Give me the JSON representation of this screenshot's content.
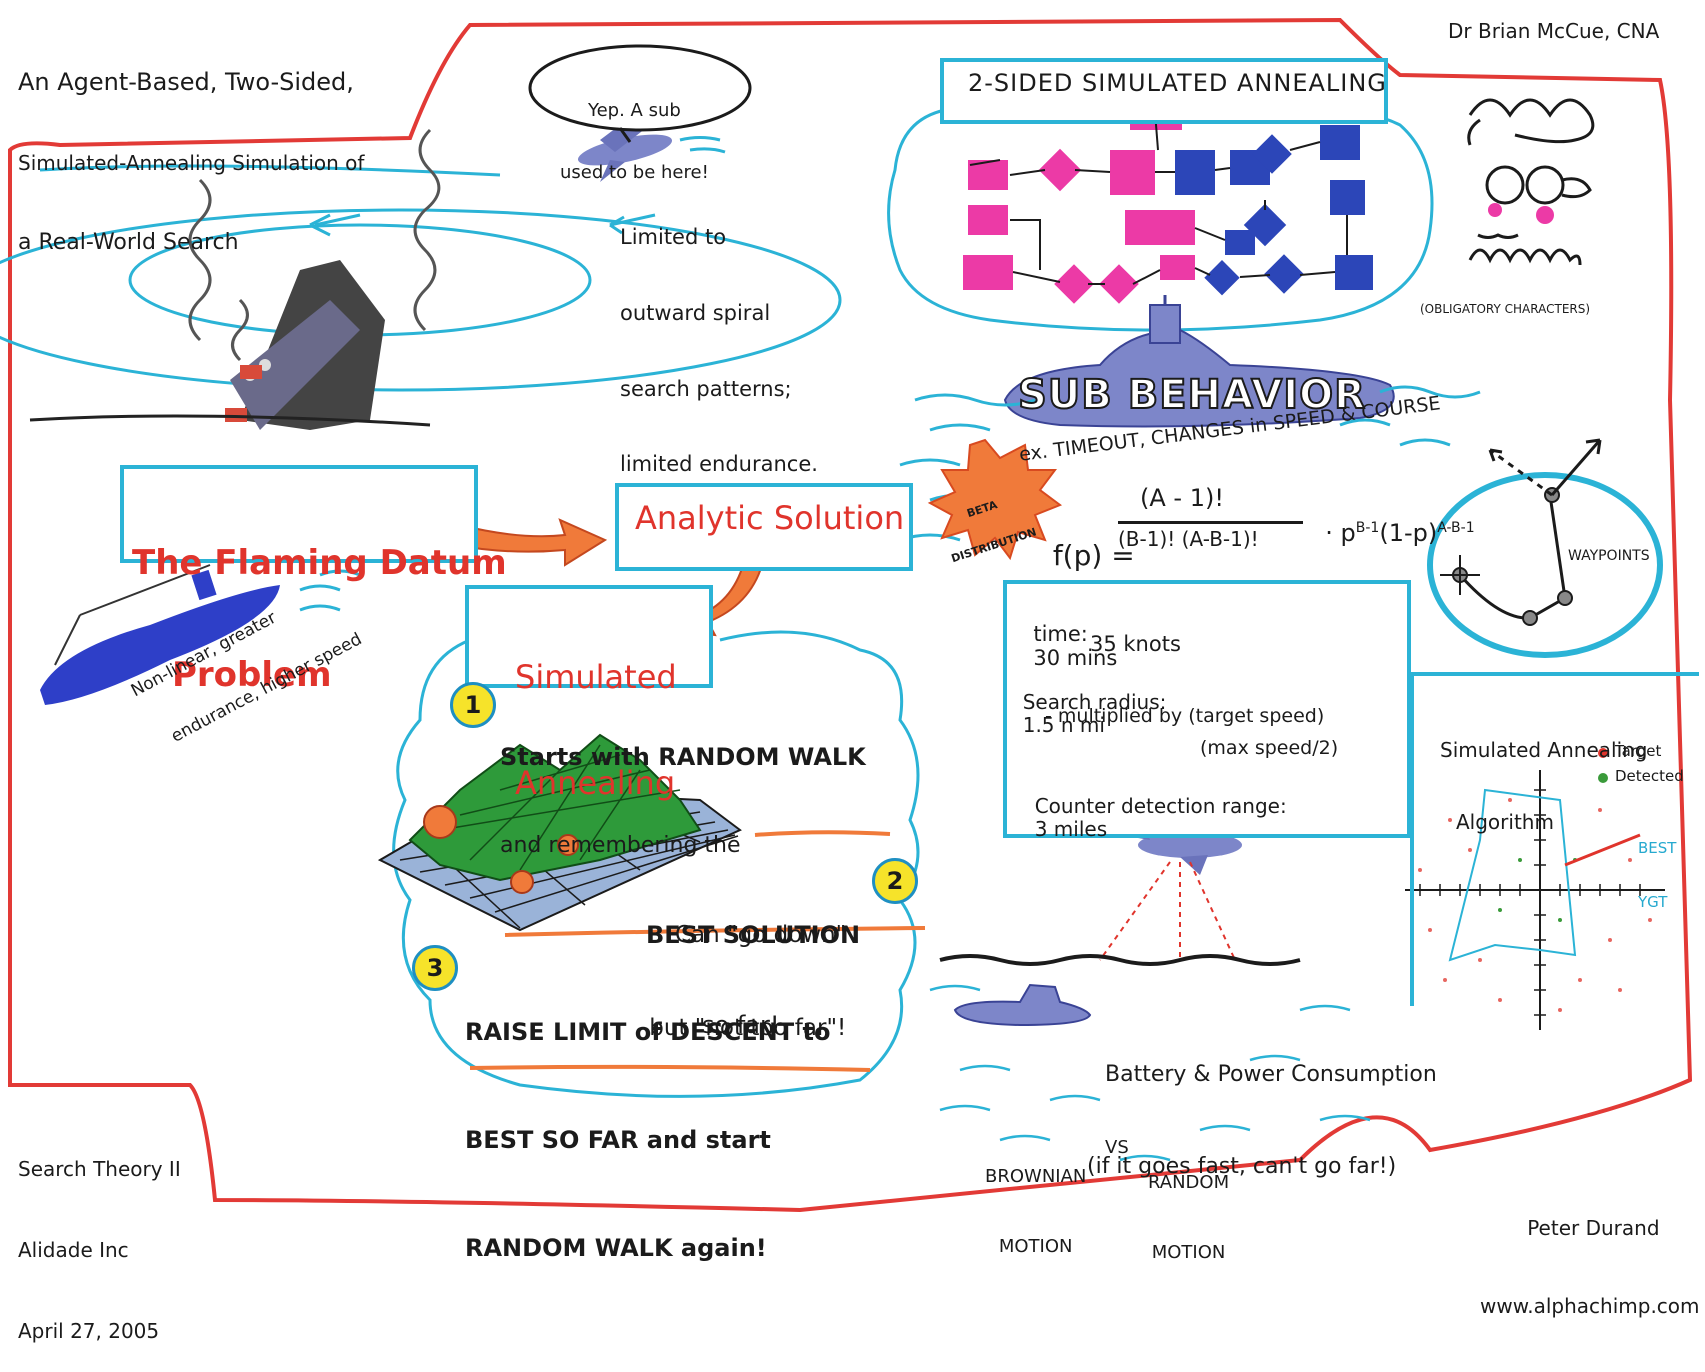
{
  "title": {
    "line1": "An Agent-Based, Two-Sided,",
    "line2": "Simulated-Annealing Simulation of",
    "line3": "a Real-World Search"
  },
  "author": "Dr Brian McCue, CNA",
  "plane_bubble": {
    "line1": "Yep. A sub",
    "line2": "used to be here!"
  },
  "plane_note": {
    "line1": "Limited to",
    "line2": "outward spiral",
    "line3": "search patterns;",
    "line4": "limited endurance."
  },
  "flaming_datum": {
    "line1": "The Flaming Datum",
    "line2": "Problem"
  },
  "sub_note": {
    "line1": "Non-linear, greater",
    "line2": "endurance, higher speed"
  },
  "analytic_solution": "Analytic Solution",
  "simulated_annealing": {
    "line1": "Simulated",
    "line2": "Annealing"
  },
  "steps": {
    "step1": {
      "num": "1",
      "line1": "Starts with RANDOM WALK",
      "line2": "and remembering the",
      "line3": "BEST SOLUTION",
      "line4": "so far!"
    },
    "step2": {
      "num": "2",
      "line1": "Can \"go down\"",
      "line2": "but \"not too far\"!"
    },
    "step3": {
      "num": "3",
      "line1": "RAISE LIMIT of DESCENT to",
      "line2": "BEST SO FAR and start",
      "line3": "RANDOM WALK again!"
    }
  },
  "two_sided": "2-SIDED SIMULATED ANNEALING",
  "obligatory": "(OBLIGATORY CHARACTERS)",
  "sub_behavior": "SUB BEHAVIOR",
  "sub_behavior_ex": "ex. TIMEOUT, CHANGES in SPEED & COURSE",
  "beta": {
    "line1": "BETA",
    "line2": "DISTRIBUTION"
  },
  "formula": {
    "lhs": "f(p) =",
    "numerator": "(A - 1)!",
    "denominator": "(B-1)! (A-B-1)!",
    "tail": "· p",
    "exp1": "B-1",
    "mid": "(1-p)",
    "exp2": "A-B-1"
  },
  "waypoints": "WAYPOINTS",
  "params": {
    "time_label": "time:",
    "time_value": "30 mins",
    "speed_value": "35 knots",
    "radius_label": "Search radius:",
    "radius_value": "1.5 n mi",
    "mult_line": "- multiplied by (target speed)",
    "mult_den": "(max speed/2)",
    "counter_label": "Counter detection range:",
    "counter_value": "3 miles"
  },
  "sa_algorithm": {
    "line1": "Simulated Annealing",
    "line2": "Algorithm",
    "legend_target": "Target",
    "legend_detected": "Detected",
    "best": "BEST",
    "ygt": "YGT"
  },
  "battery": {
    "line1": "Battery & Power Consumption",
    "line2": "(if it goes fast, can't go far!)"
  },
  "motion": {
    "a1": "BROWNIAN",
    "a2": "MOTION",
    "vs": "VS",
    "b1": "RANDOM",
    "b2": "MOTION"
  },
  "footer_left": {
    "line1": "Search Theory II",
    "line2": "Alidade Inc",
    "line3": "April 27, 2005"
  },
  "footer_right": {
    "line1": "Peter Durand",
    "line2": "www.alphachimp.com"
  },
  "colors": {
    "red_frame": "#e23a36",
    "cyan": "#2bb3d6",
    "orange": "#f07a3a",
    "magenta": "#ec3aa6",
    "blue": "#2c46b8",
    "green": "#3a9a3a",
    "yellow": "#f6e32a"
  },
  "icons": [
    "ship-icon",
    "smoke-icon",
    "plane-icon",
    "submarine-icon",
    "mountain-icon",
    "skull-character-icon",
    "arrow-icon",
    "burst-icon"
  ]
}
